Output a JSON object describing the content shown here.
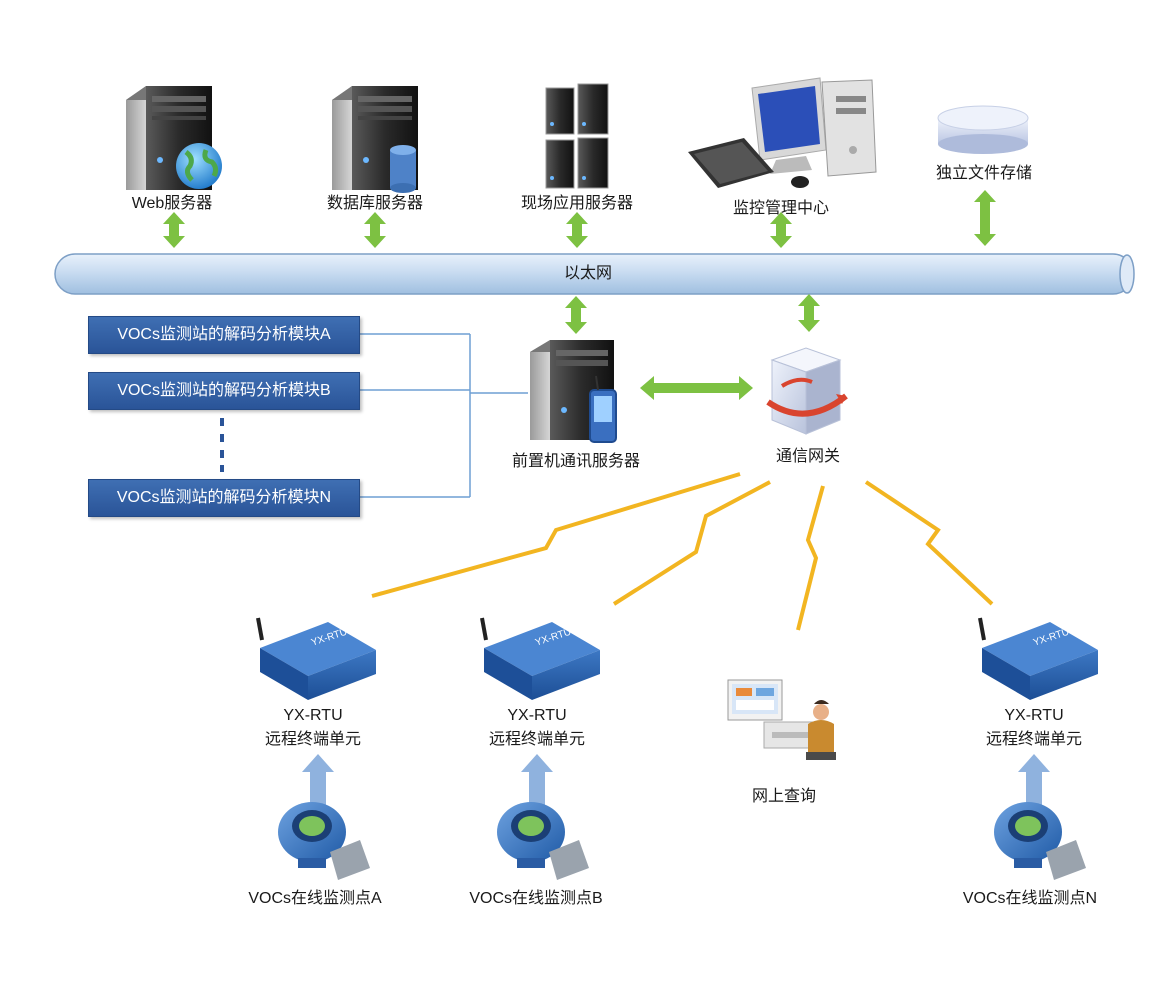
{
  "ethernet": {
    "label": "以太网"
  },
  "top_nodes": [
    {
      "id": "web",
      "label": "Web服务器",
      "icon": "web-server-icon"
    },
    {
      "id": "db",
      "label": "数据库服务器",
      "icon": "database-server-icon"
    },
    {
      "id": "app",
      "label": "现场应用服务器",
      "icon": "server-rack-icon"
    },
    {
      "id": "monitor",
      "label": "监控管理中心",
      "icon": "desktop-computer-icon"
    },
    {
      "id": "storage",
      "label": "独立文件存储",
      "icon": "storage-disk-icon"
    }
  ],
  "modules": [
    {
      "label": "VOCs监测站的解码分析模块A"
    },
    {
      "label": "VOCs监测站的解码分析模块B"
    },
    {
      "label": "VOCs监测站的解码分析模块N"
    }
  ],
  "front_server": {
    "label": "前置机通讯服务器",
    "icon": "front-server-icon"
  },
  "gateway": {
    "label": "通信网关",
    "icon": "gateway-cube-icon"
  },
  "rtus": [
    {
      "line1": "YX-RTU",
      "line2": "远程终端单元",
      "icon": "rtu-device-icon",
      "device_text": "YX-RTU"
    },
    {
      "line1": "YX-RTU",
      "line2": "远程终端单元",
      "icon": "rtu-device-icon",
      "device_text": "YX-RTU"
    },
    {
      "line1": "YX-RTU",
      "line2": "远程终端单元",
      "icon": "rtu-device-icon",
      "device_text": "YX-RTU"
    }
  ],
  "online_query": {
    "label": "网上查询",
    "icon": "user-at-computer-icon"
  },
  "sensors": [
    {
      "label": "VOCs在线监测点A",
      "icon": "gas-sensor-icon"
    },
    {
      "label": "VOCs在线监测点B",
      "icon": "gas-sensor-icon"
    },
    {
      "label": "VOCs在线监测点N",
      "icon": "gas-sensor-icon"
    }
  ],
  "colors": {
    "ethernet": "#cfe0f2",
    "arrow_green": "#7dc142",
    "module_blue": "#2f5fa8",
    "wireless": "#f2b521",
    "up_arrow": "#8fb2de"
  }
}
